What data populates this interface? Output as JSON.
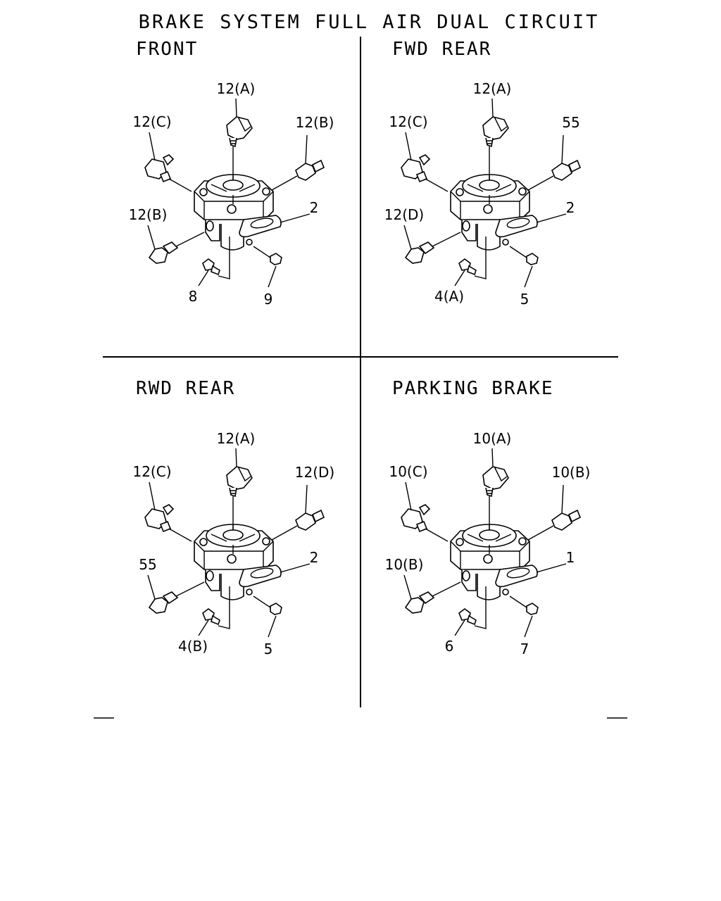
{
  "title": "BRAKE SYSTEM FULL AIR DUAL CIRCUIT",
  "quadrants": [
    {
      "title": "FRONT",
      "labels": {
        "top": "12(A)",
        "left_top": "12(C)",
        "right_top": "12(B)",
        "left_bottom": "12(B)",
        "valve": "2",
        "bolt": "8",
        "nut": "9"
      }
    },
    {
      "title": "FWD REAR",
      "labels": {
        "top": "12(A)",
        "left_top": "12(C)",
        "right_top": "55",
        "left_bottom": "12(D)",
        "valve": "2",
        "bolt": "4(A)",
        "nut": "5"
      }
    },
    {
      "title": "RWD REAR",
      "labels": {
        "top": "12(A)",
        "left_top": "12(C)",
        "right_top": "12(D)",
        "left_bottom": "55",
        "valve": "2",
        "bolt": "4(B)",
        "nut": "5"
      }
    },
    {
      "title": "PARKING BRAKE",
      "labels": {
        "top": "10(A)",
        "left_top": "10(C)",
        "right_top": "10(B)",
        "left_bottom": "10(B)",
        "valve": "1",
        "bolt": "6",
        "nut": "7"
      }
    }
  ]
}
